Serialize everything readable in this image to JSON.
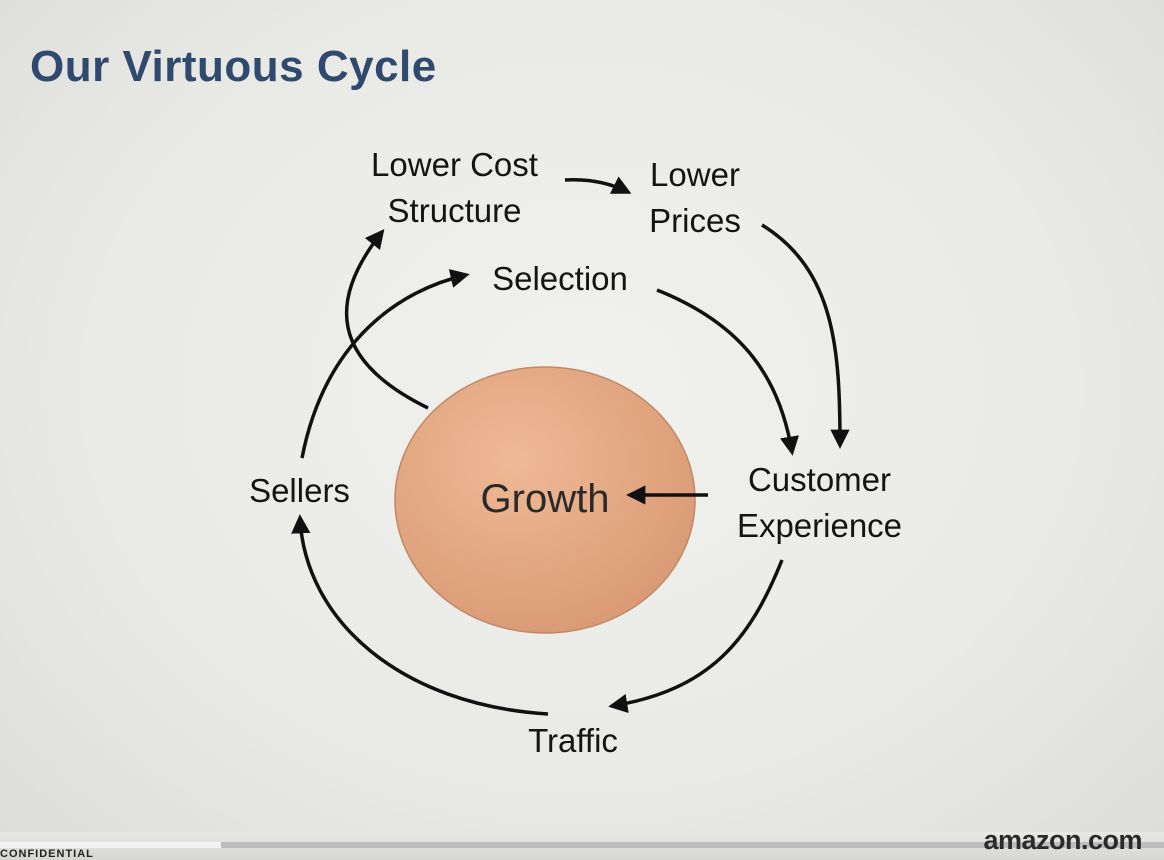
{
  "slide": {
    "title": "Our Virtuous Cycle",
    "footer_left": "CONFIDENTIAL",
    "logo_text": "amazon.com"
  },
  "diagram": {
    "center": "Growth",
    "nodes": {
      "lower_cost_line1": "Lower Cost",
      "lower_cost_line2": "Structure",
      "lower_prices_line1": "Lower",
      "lower_prices_line2": "Prices",
      "selection": "Selection",
      "customer_experience_line1": "Customer",
      "customer_experience_line2": "Experience",
      "traffic": "Traffic",
      "sellers": "Sellers"
    },
    "edges": [
      {
        "from": "Lower Cost Structure",
        "to": "Lower Prices"
      },
      {
        "from": "Lower Prices",
        "to": "Customer Experience"
      },
      {
        "from": "Selection",
        "to": "Customer Experience"
      },
      {
        "from": "Customer Experience",
        "to": "Growth"
      },
      {
        "from": "Customer Experience",
        "to": "Traffic"
      },
      {
        "from": "Traffic",
        "to": "Sellers"
      },
      {
        "from": "Sellers",
        "to": "Selection"
      },
      {
        "from": "Growth",
        "to": "Lower Cost Structure"
      }
    ],
    "colors": {
      "title": "#2f4a6e",
      "growth_fill": "#e2a47f",
      "arrows": "#111111"
    }
  },
  "video": {
    "progress": 0.19
  }
}
